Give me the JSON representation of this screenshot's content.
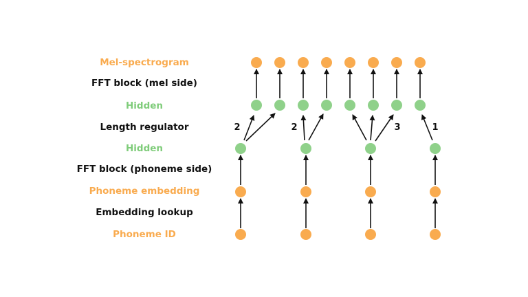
{
  "colors": {
    "orange": "#f9ab4f",
    "green": "#8fd18a",
    "black": "#111111"
  },
  "labels": {
    "mel_spectrogram": "Mel-spectrogram",
    "fft_mel": "FFT block (mel side)",
    "hidden_mel": "Hidden",
    "length_regulator": "Length regulator",
    "hidden_phoneme": "Hidden",
    "fft_phoneme": "FFT block (phoneme side)",
    "phoneme_embedding": "Phoneme embedding",
    "embedding_lookup": "Embedding lookup",
    "phoneme_id": "Phoneme ID"
  },
  "durations": [
    "2",
    "2",
    "3",
    "1"
  ]
}
